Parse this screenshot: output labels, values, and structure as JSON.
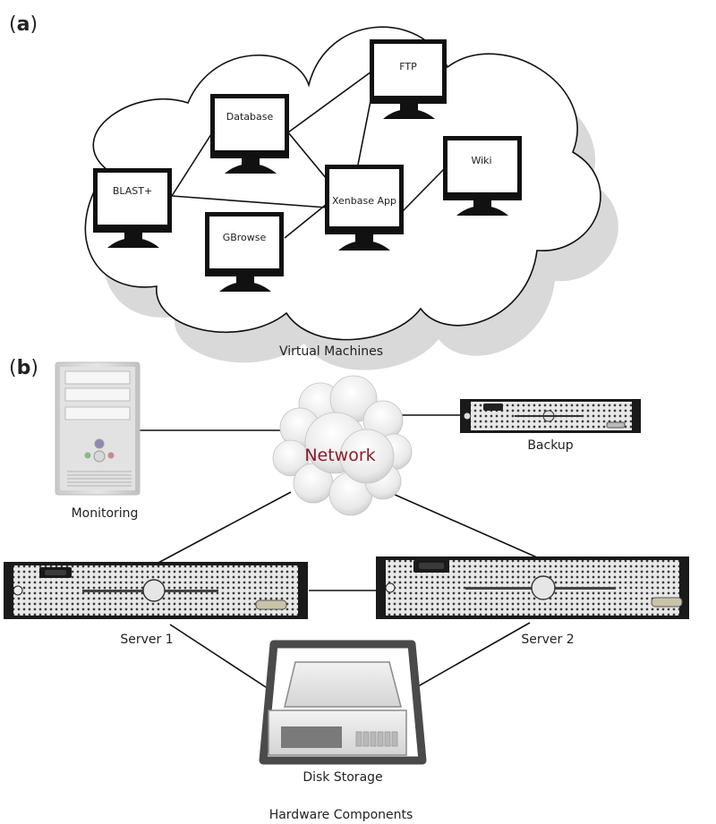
{
  "panel_a": {
    "label_open": "(",
    "label_letter": "a",
    "label_close": ")",
    "caption": "Virtual Machines",
    "monitors": {
      "blast": "BLAST+",
      "database": "Database",
      "gbrowse": "GBrowse",
      "xenbase_app": "Xenbase App",
      "ftp": "FTP",
      "wiki": "Wiki"
    }
  },
  "panel_b": {
    "label_open": "(",
    "label_letter": "b",
    "label_close": ")",
    "network": "Network",
    "monitoring": "Monitoring",
    "backup": "Backup",
    "server1": "Server 1",
    "server2": "Server 2",
    "disk_storage": "Disk Storage",
    "caption": "Hardware Components"
  },
  "colors": {
    "network_text": "#8b1a2b",
    "line": "#111111",
    "cloud_shadow": "#d9d9d9"
  }
}
